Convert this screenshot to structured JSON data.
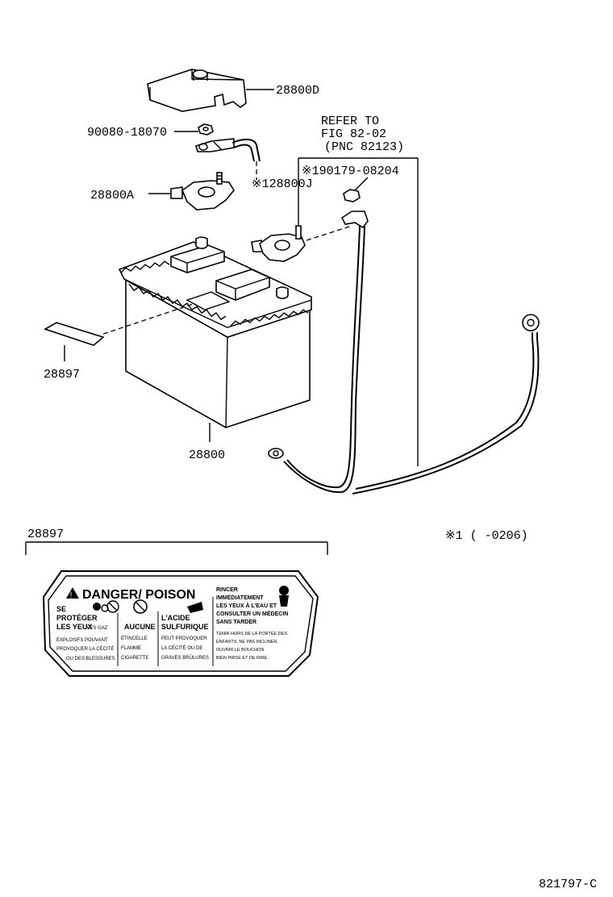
{
  "parts": {
    "cover": "28800D",
    "nut_bolt": "90080-18070",
    "neg_terminal": "28800A",
    "cable": "※128800J",
    "refer_line1": "REFER TO",
    "refer_line2": "FIG 82-02",
    "refer_line3": "(PNC 82123)",
    "refer_part": "※190179-08204",
    "label_plate": "28897",
    "battery": "28800"
  },
  "label_detail": {
    "part_no": "28897",
    "note": "※1 (      -0206)",
    "title": "DANGER/ POISON",
    "col1": [
      "SE",
      "PROTÉGER",
      "LES YEUX",
      "EXPLOSIFS POUVANT",
      "PROVOQUER LA CÉCITÉ",
      "OU DES BLESSURES"
    ],
    "col1_extra": "LES GAZ",
    "col2": [
      "AUCUNE",
      "ÉTINCELLE",
      "FLAMME",
      "CIGARETTE"
    ],
    "col3": [
      "L'ACIDE",
      "SULFURIQUE",
      "PEUT PROVOQUER",
      "LA CÉCITÉ OU DE",
      "GRAVES BRÛLURES"
    ],
    "col4": [
      "RINCER",
      "IMMÉDIATEMENT",
      "LES YEUX À L'EAU ET",
      "CONSULTER UN MÉDECIN",
      "SANS TARDER",
      "TENIR HORS DE LA PORTÉE DES",
      "ENFANTS. NE PAS INCLINER,",
      "OUVRIR LE BOUCHON",
      "BIEN PIRSE ET DE RIRE."
    ]
  },
  "diagram_code": "821797-C",
  "icons": [
    "battery-icon",
    "terminal-clamp-icon",
    "cable-icon",
    "nut-icon",
    "warning-triangle-icon",
    "no-smoking-icon"
  ]
}
